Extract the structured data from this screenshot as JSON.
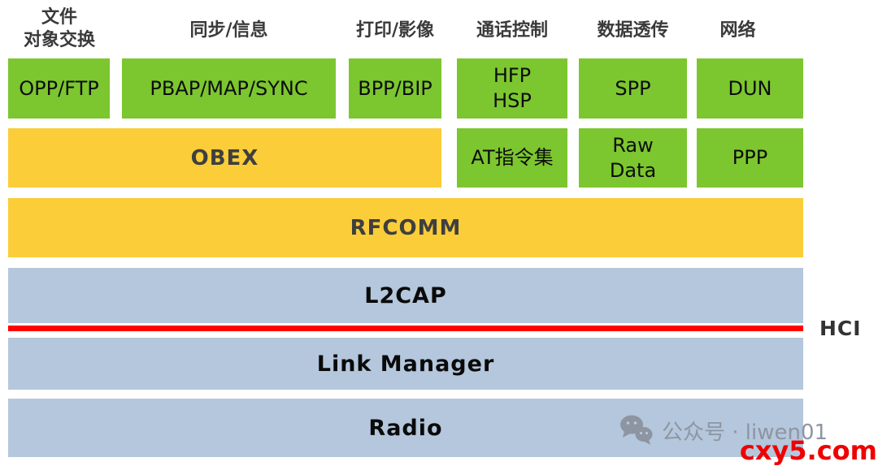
{
  "diagram_title_implicit": "Bluetooth protocol stack",
  "colors": {
    "profile_green": "#7CC62F",
    "session_yellow": "#FACD39",
    "stack_blue": "#B4C7DC",
    "hci_red": "#FF0000",
    "watermark_gray": "#8e95a2",
    "site_red": "#f00000"
  },
  "column_headers": [
    {
      "label": "文件\n对象交换"
    },
    {
      "label": "同步/信息"
    },
    {
      "label": "打印/影像"
    },
    {
      "label": "通话控制"
    },
    {
      "label": "数据透传"
    },
    {
      "label": "网络"
    }
  ],
  "profiles": [
    {
      "label": "OPP/FTP"
    },
    {
      "label": "PBAP/MAP/SYNC"
    },
    {
      "label": "BPP/BIP"
    },
    {
      "label": "HFP\nHSP"
    },
    {
      "label": "SPP"
    },
    {
      "label": "DUN"
    }
  ],
  "session_row": {
    "obex": "OBEX",
    "at_commands": "AT指令集",
    "raw_data": "Raw\nData",
    "ppp": "PPP"
  },
  "stack_layers": {
    "rfcomm": "RFCOMM",
    "l2cap": "L2CAP",
    "link_manager": "Link Manager",
    "radio": "Radio"
  },
  "hci": {
    "label": "HCI"
  },
  "watermark": {
    "text": "公众号 · liwen01"
  },
  "footer": {
    "site": "cxy5.com"
  }
}
